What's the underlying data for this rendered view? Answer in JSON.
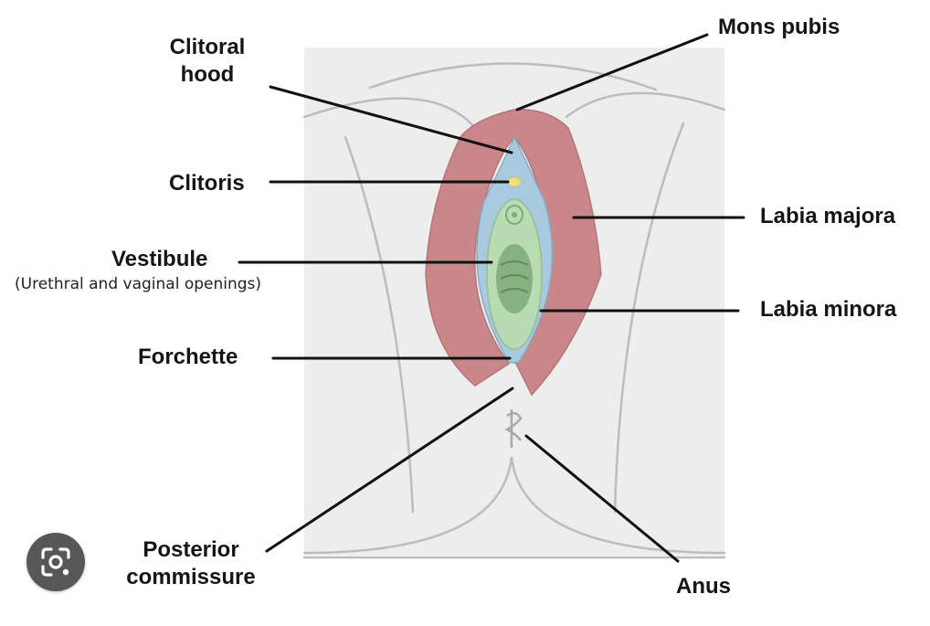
{
  "labels": {
    "clitoral_hood_line1": "Clitoral",
    "clitoral_hood_line2": "hood",
    "mons_pubis": "Mons pubis",
    "clitoris": "Clitoris",
    "labia_majora": "Labia majora",
    "vestibule": "Vestibule",
    "vestibule_sub": "(Urethral and vaginal openings)",
    "labia_minora": "Labia minora",
    "forchette": "Forchette",
    "posterior_commissure_line1": "Posterior",
    "posterior_commissure_line2": "commissure",
    "anus": "Anus"
  },
  "colors": {
    "background_panel": "#ededed",
    "labia_majora": "#c9878a",
    "labia_minora": "#a9c9de",
    "vestibule": "#b9dbb3",
    "clitoris": "#f1e083",
    "outline": "#b9b9b9",
    "leader_line": "#111111",
    "lens_button": "#555758"
  },
  "icons": {
    "lens": "visual-search-lens-icon"
  }
}
